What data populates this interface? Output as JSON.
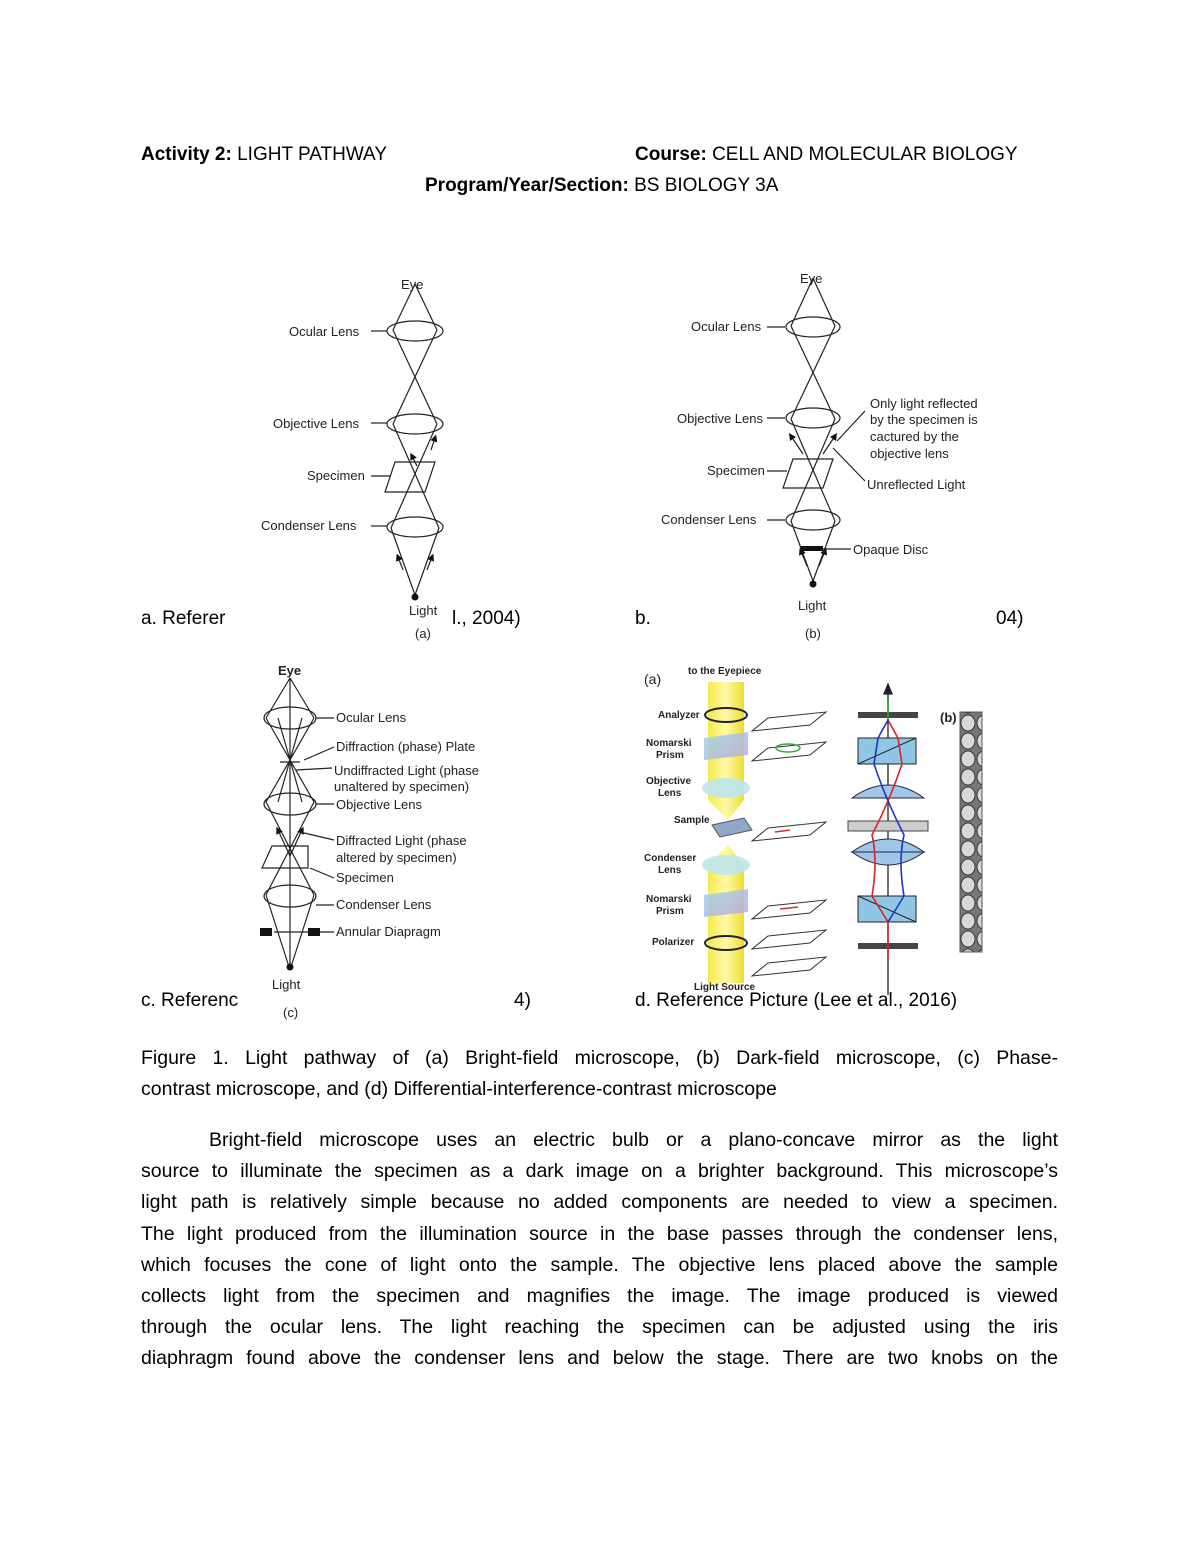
{
  "header": {
    "activity_label": "Activity 2:",
    "activity_value": "LIGHT PATHWAY",
    "course_label": "Course:",
    "course_value": "CELL AND MOLECULAR BIOLOGY",
    "program_label": "Program/Year/Section:",
    "program_value": "BS BIOLOGY 3A"
  },
  "figures": {
    "a": {
      "eye": "Eye",
      "ocular": "Ocular Lens",
      "objective": "Objective Lens",
      "specimen": "Specimen",
      "condenser": "Condenser Lens",
      "light": "Light",
      "tag": "(a)",
      "caption_left": "a. Referer",
      "caption_right": "l., 2004)"
    },
    "b": {
      "eye": "Eye",
      "ocular": "Ocular Lens",
      "objective": "Objective Lens",
      "specimen": "Specimen",
      "condenser": "Condenser Lens",
      "light": "Light",
      "reflected_1": "Only light reflected",
      "reflected_2": "by the specimen is",
      "reflected_3": "cactured by the",
      "reflected_4": "objective lens",
      "unreflected": "Unreflected Light",
      "opaque": "Opaque Disc",
      "tag": "(b)",
      "caption_left": "b.",
      "caption_right": "04)"
    },
    "c": {
      "eye": "Eye",
      "ocular": "Ocular Lens",
      "plate": "Diffraction (phase) Plate",
      "undiffracted_1": "Undiffracted Light (phase",
      "undiffracted_2": "unaltered by specimen)",
      "objective": "Objective Lens",
      "diffracted_1": "Diffracted Light (phase",
      "diffracted_2": "altered by specimen)",
      "specimen": "Specimen",
      "condenser": "Condenser Lens",
      "annular": "Annular Diapragm",
      "light": "Light",
      "tag": "(c)",
      "caption_left": "c. Referenc",
      "caption_right": "4)"
    },
    "d": {
      "tag_a": "(a)",
      "tag_b": "(b)",
      "eyepiece": "to the Eyepiece",
      "analyzer": "Analyzer",
      "nomarski_top_1": "Nomarski",
      "nomarski_top_2": "Prism",
      "objective_1": "Objective",
      "objective_2": "Lens",
      "sample": "Sample",
      "condenser_1": "Condenser",
      "condenser_2": "Lens",
      "nomarski_bot_1": "Nomarski",
      "nomarski_bot_2": "Prism",
      "polarizer": "Polarizer",
      "light_source": "Light Source",
      "caption": "d. Reference Picture (Lee et al., 2016)"
    }
  },
  "figure_caption": "Figure 1. Light pathway of (a) Bright-field microscope, (b) Dark-field microscope, (c) Phase-contrast microscope, and (d) Differential-interference-contrast microscope",
  "figure_caption_lines": [
    "Figure 1. Light pathway of (a) Bright-field microscope, (b) Dark-field microscope, (c) Phase-",
    "contrast microscope, and (d) Differential-interference-contrast microscope"
  ],
  "paragraph_lines": [
    "Bright-field microscope uses an electric bulb or a plano-concave mirror as the light",
    "source to illuminate the specimen as a dark image on a brighter background. This microscope’s",
    "light path is relatively simple because no added components are needed to view a specimen.",
    "The light produced from the illumination source in the base passes through the condenser lens,",
    "which focuses the cone of light onto the sample. The objective lens placed above the sample",
    "collects light from the specimen and magnifies the image. The image produced is viewed",
    "through the ocular lens. The light reaching the specimen can be adjusted using the iris",
    "diaphragm found above the condenser lens and below the stage. There are two knobs on the"
  ]
}
